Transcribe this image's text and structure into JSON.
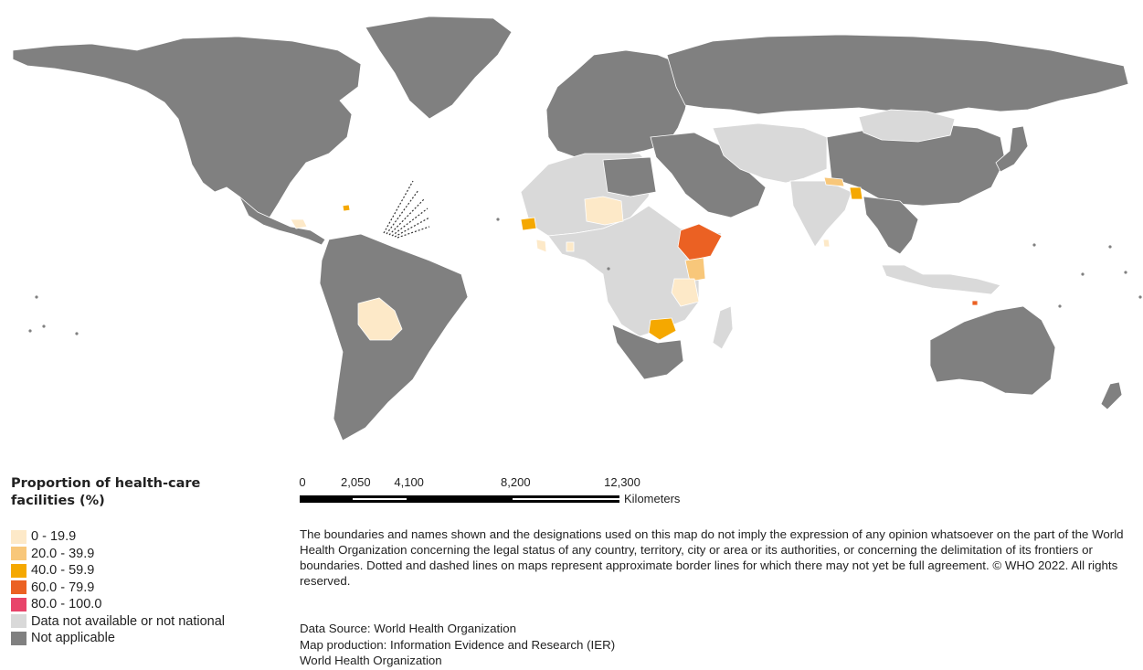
{
  "colors": {
    "not_applicable": "#808080",
    "no_data": "#d9d9d9",
    "c0_19": "#fde9c8",
    "c20_39": "#f8c77a",
    "c40_59": "#f5a800",
    "c60_79": "#eb6123",
    "c80_100": "#e8446a",
    "border": "#ffffff"
  },
  "legend": {
    "title": "Proportion of health-care facilities (%)",
    "items": [
      {
        "label": "0 - 19.9",
        "color": "#fde9c8"
      },
      {
        "label": "20.0 - 39.9",
        "color": "#f8c77a"
      },
      {
        "label": "40.0 - 59.9",
        "color": "#f5a800"
      },
      {
        "label": "60.0 - 79.9",
        "color": "#eb6123"
      },
      {
        "label": "80.0 - 100.0",
        "color": "#e8446a"
      },
      {
        "label": "Data not available or not national",
        "color": "#d9d9d9"
      },
      {
        "label": "Not applicable",
        "color": "#808080"
      }
    ]
  },
  "scale_bar": {
    "ticks": [
      "0",
      "2,050",
      "4,100",
      "8,200",
      "12,300"
    ],
    "values": [
      0,
      2050,
      4100,
      8200,
      12300
    ],
    "units": "Kilometers"
  },
  "disclaimer": "The boundaries and names shown and the designations used on this map do not imply the expression of any opinion whatsoever on the part of the World Health Organization concerning the legal status of any country, territory, city or area or its authorities, or concerning the delimitation of its frontiers or boundaries. Dotted and dashed lines on maps represent approximate border lines for which there may not yet be full agreement. © WHO 2022. All rights reserved.",
  "credits": {
    "source": "Data Source: World Health Organization",
    "production": "Map production: Information Evidence and Research (IER)",
    "org": "World Health Organization"
  },
  "regions": [
    {
      "name": "north-america",
      "class": "not_applicable"
    },
    {
      "name": "greenland",
      "class": "not_applicable"
    },
    {
      "name": "central-america",
      "class": "not_applicable"
    },
    {
      "name": "guatemala",
      "class": "c0_19"
    },
    {
      "name": "haiti",
      "class": "c40_59"
    },
    {
      "name": "south-america",
      "class": "not_applicable"
    },
    {
      "name": "bolivia",
      "class": "c0_19"
    },
    {
      "name": "europe",
      "class": "not_applicable"
    },
    {
      "name": "russia",
      "class": "not_applicable"
    },
    {
      "name": "china",
      "class": "not_applicable"
    },
    {
      "name": "mongolia",
      "class": "no_data"
    },
    {
      "name": "middle-east",
      "class": "not_applicable"
    },
    {
      "name": "central-asia",
      "class": "no_data"
    },
    {
      "name": "india",
      "class": "no_data"
    },
    {
      "name": "nepal",
      "class": "c20_39"
    },
    {
      "name": "bangladesh",
      "class": "c40_59"
    },
    {
      "name": "southeast-asia",
      "class": "not_applicable"
    },
    {
      "name": "japan",
      "class": "not_applicable"
    },
    {
      "name": "indonesia",
      "class": "no_data"
    },
    {
      "name": "timor-leste",
      "class": "c60_79"
    },
    {
      "name": "australia",
      "class": "not_applicable"
    },
    {
      "name": "new-zealand",
      "class": "not_applicable"
    },
    {
      "name": "north-africa",
      "class": "no_data"
    },
    {
      "name": "egypt-libya",
      "class": "not_applicable"
    },
    {
      "name": "niger",
      "class": "c0_19"
    },
    {
      "name": "senegal",
      "class": "c40_59"
    },
    {
      "name": "sierra-leone",
      "class": "c0_19"
    },
    {
      "name": "ghana",
      "class": "c0_19"
    },
    {
      "name": "central-africa",
      "class": "no_data"
    },
    {
      "name": "ethiopia",
      "class": "c60_79"
    },
    {
      "name": "kenya",
      "class": "c20_39"
    },
    {
      "name": "tanzania",
      "class": "c0_19"
    },
    {
      "name": "zimbabwe",
      "class": "c40_59"
    },
    {
      "name": "southern-africa",
      "class": "not_applicable"
    },
    {
      "name": "madagascar",
      "class": "no_data"
    },
    {
      "name": "sri-lanka",
      "class": "c0_19"
    }
  ]
}
